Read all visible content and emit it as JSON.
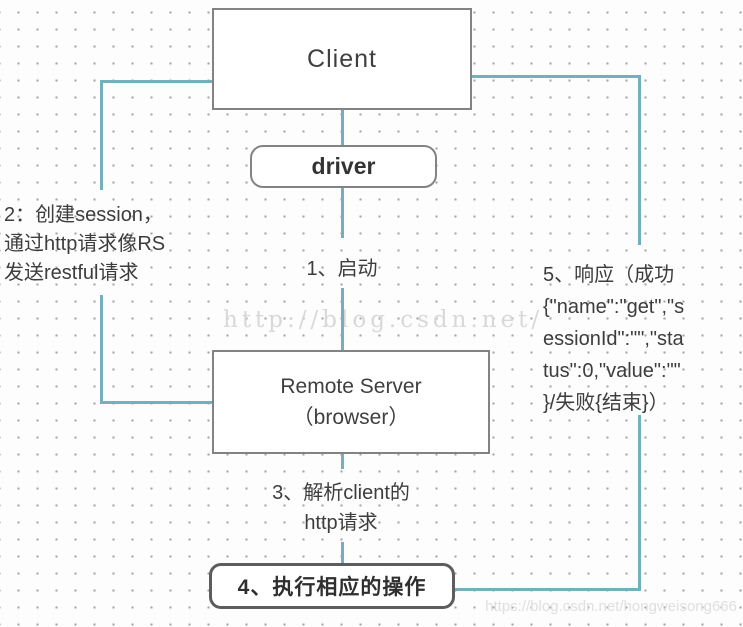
{
  "nodes": {
    "client": "Client",
    "driver": "driver",
    "remote_server": [
      "Remote Server",
      "（browser）"
    ],
    "step4": "4、执行相应的操作"
  },
  "labels": {
    "step1": "1、启动",
    "step2": [
      "2：创建session，",
      "通过http请求像RS",
      "发送restful请求"
    ],
    "step3": [
      "3、解析client的",
      "http请求"
    ],
    "step5": [
      "5、响应（成功",
      "{\"name\":\"get\",\"s",
      "essionId\":\"\",\"sta",
      "tus\":0,\"value\":\"\"",
      "}/失败{结束}）"
    ]
  },
  "watermarks": {
    "center": "http://blog.csdn.net/",
    "bottom_right": "https://blog.csdn.net/hongweisong666"
  },
  "colors": {
    "connector": "#72b1bc",
    "box_border": "#838383",
    "step4_border": "#5d5d5d",
    "text": "#3d3d3d",
    "watermark": "#d8d8d8",
    "background": "#fdfdfd"
  }
}
